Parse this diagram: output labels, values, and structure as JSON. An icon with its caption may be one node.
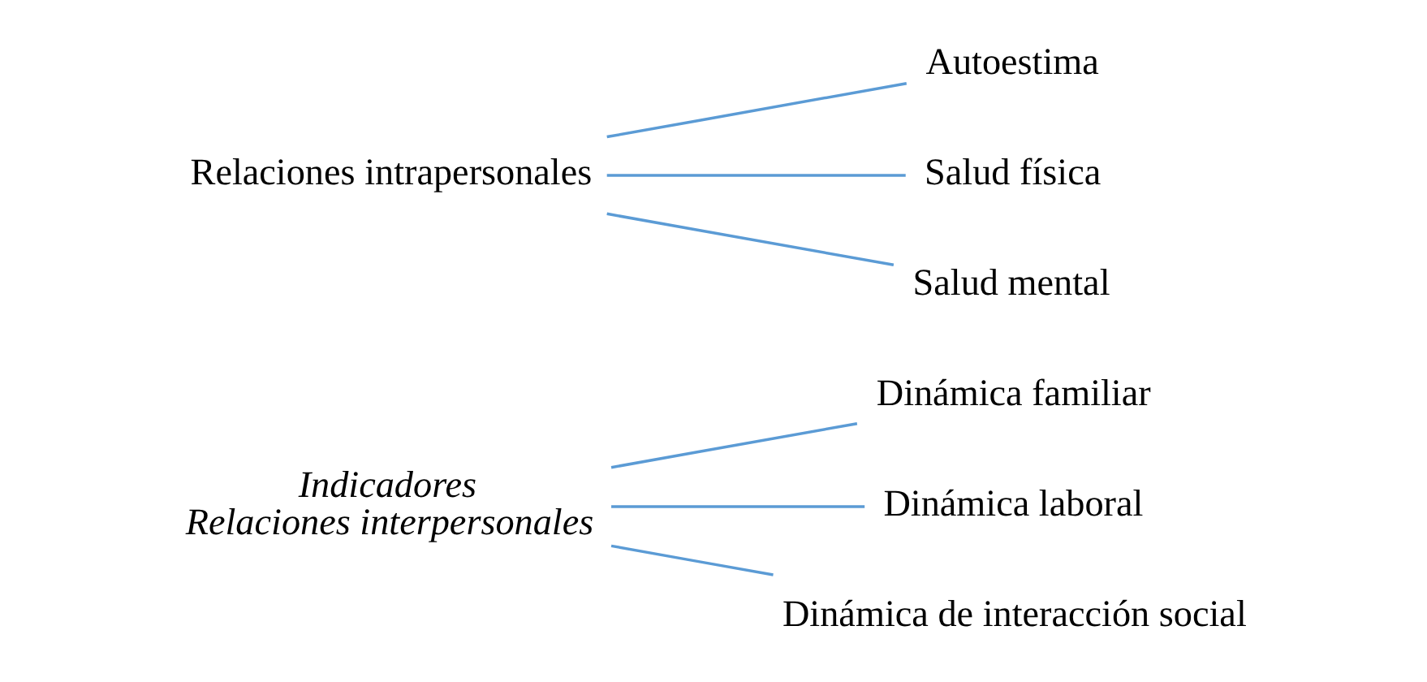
{
  "diagram": {
    "nodes": [
      {
        "text": [
          "Indicadores",
          "Relaciones interpersonales"
        ]
      },
      {
        "text": [
          "Dinámica familiar"
        ]
      },
      {
        "text": [
          "Dinámica laboral"
        ]
      },
      {
        "text": [
          "Dinámica de interacción social"
        ]
      },
      {
        "text": [
          "Relaciones intrapersonales"
        ]
      },
      {
        "text": [
          "Autoestima"
        ]
      },
      {
        "text": [
          "Salud física"
        ]
      },
      {
        "text": [
          "Salud mental"
        ]
      }
    ],
    "edges": [
      {
        "from": 0,
        "to": 1,
        "arrow": "none"
      },
      {
        "from": 0,
        "to": 2,
        "arrow": "none"
      },
      {
        "from": 0,
        "to": 3,
        "arrow": "none"
      },
      {
        "from": 4,
        "to": 5,
        "arrow": "none"
      },
      {
        "from": 4,
        "to": 6,
        "arrow": "none"
      },
      {
        "from": 4,
        "to": 7,
        "arrow": "none"
      }
    ]
  }
}
